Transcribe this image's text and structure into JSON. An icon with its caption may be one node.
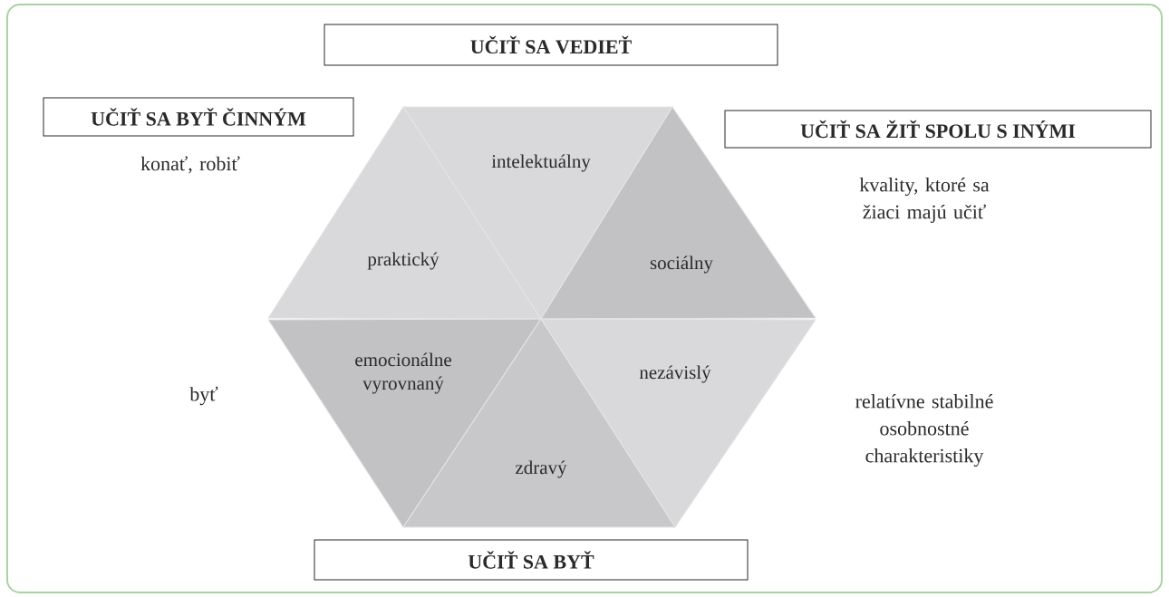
{
  "diagram": {
    "nodes": [
      {
        "text": [
          "UČIŤ SA VEDIEŤ"
        ]
      },
      {
        "text": [
          "UČIŤ SA BYŤ ČINNÝM"
        ]
      },
      {
        "text": [
          "UČIŤ SA ŽIŤ SPOLU S INÝMI"
        ]
      },
      {
        "text": [
          "intelektuálny"
        ]
      },
      {
        "text": [
          "praktický"
        ]
      },
      {
        "text": [
          "sociálny"
        ]
      },
      {
        "text": [
          "emocionálne vyrovnaný"
        ]
      },
      {
        "text": [
          "nezávislý"
        ]
      },
      {
        "text": [
          "zdravý"
        ]
      },
      {
        "text": [
          "UČIŤ SA BYŤ"
        ]
      }
    ],
    "labels": [
      "konať, robiť",
      "kvality, ktoré sa žiaci majú učiť",
      "byť",
      "relatívne stabilné osobnostné charakteristiky"
    ]
  }
}
